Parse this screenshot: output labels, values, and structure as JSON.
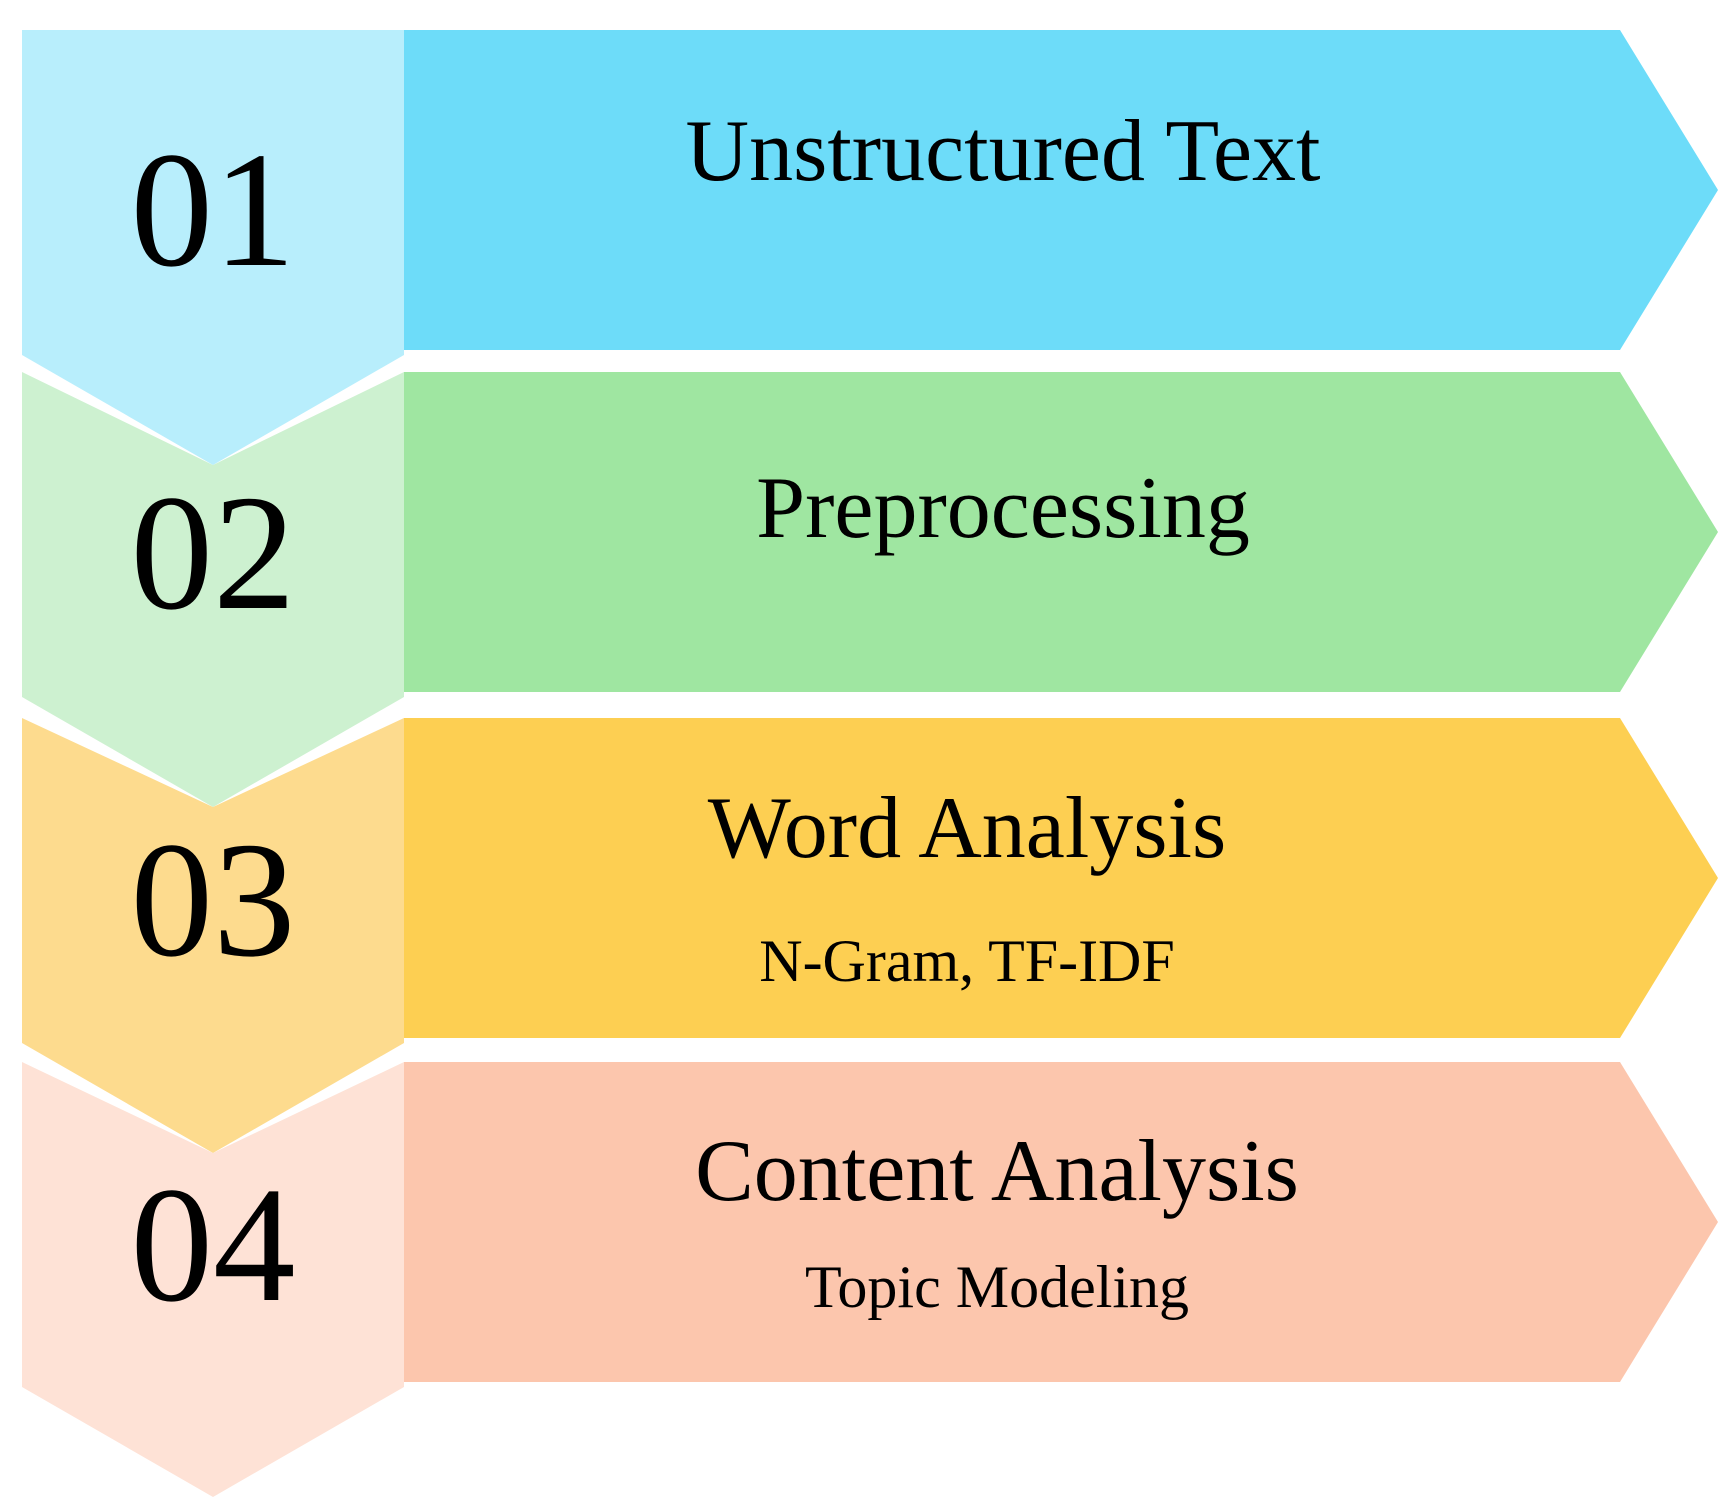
{
  "steps": [
    {
      "number": "01",
      "title": "Unstructured Text",
      "subtitle": "",
      "colors": {
        "badge": "#b8eefc",
        "band": "#6ddcf9"
      }
    },
    {
      "number": "02",
      "title": "Preprocessing",
      "subtitle": "",
      "colors": {
        "badge": "#cdf1d0",
        "band": "#9fe6a1"
      }
    },
    {
      "number": "03",
      "title": "Word Analysis",
      "subtitle": "N-Gram, TF-IDF",
      "colors": {
        "badge": "#fddb8e",
        "band": "#fdcf52"
      }
    },
    {
      "number": "04",
      "title": "Content Analysis",
      "subtitle": "Topic Modeling",
      "colors": {
        "badge": "#fee2d6",
        "band": "#fcc6ad"
      }
    }
  ]
}
